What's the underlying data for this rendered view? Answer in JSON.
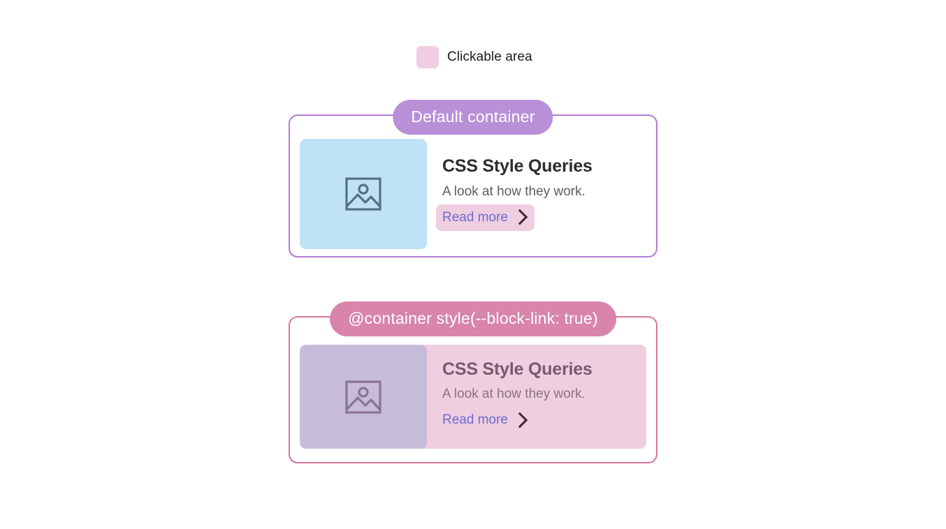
{
  "legend": {
    "swatch_icon": "clickable-area-swatch",
    "label": "Clickable area",
    "swatch_color": "#f0cee1"
  },
  "demos": [
    {
      "badge": "Default container",
      "badge_color": "#b98fd8",
      "border_color": "#b07dd4",
      "card": {
        "thumbnail_icon": "image-placeholder-icon",
        "thumbnail_color": "#bfe2f6",
        "title": "CSS Style Queries",
        "description": "A look at how they work.",
        "link_label": "Read more",
        "link_color": "#6a6ccd",
        "link_chevron_icon": "chevron-right-icon",
        "clickable_region": "link-only"
      }
    },
    {
      "badge": "@container style(--block-link: true)",
      "badge_color": "#d884ab",
      "border_color": "#d4779f",
      "card": {
        "thumbnail_icon": "image-placeholder-icon",
        "thumbnail_color": "#c6bcd9",
        "title": "CSS Style Queries",
        "description": "A look at how they work.",
        "link_label": "Read more",
        "link_color": "#6a6ccd",
        "link_chevron_icon": "chevron-right-icon",
        "clickable_region": "whole-card"
      }
    }
  ]
}
